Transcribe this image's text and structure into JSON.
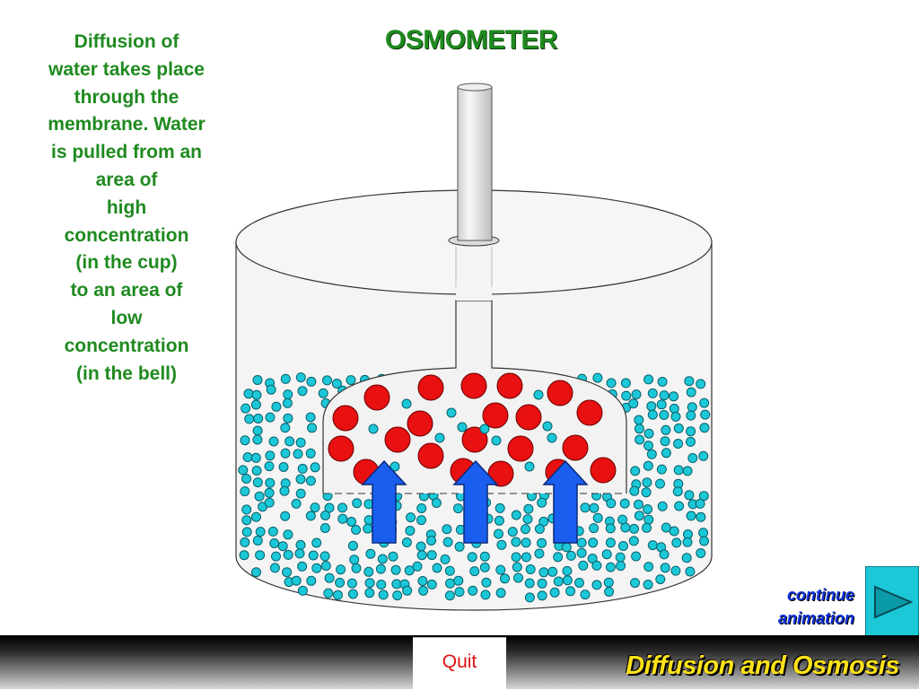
{
  "title": "OSMOMETER",
  "description_lines": [
    "Diffusion of",
    "water takes place",
    "through the",
    "membrane. Water",
    "is pulled from an",
    "area of",
    "high",
    "concentration",
    "(in the cup)",
    "to an area of",
    "low",
    "concentration",
    "(in the bell)"
  ],
  "continue": {
    "line1": "continue",
    "line2": "animation",
    "icon": "play-triangle-icon"
  },
  "quit_label": "Quit",
  "footer_title": "Diffusion and Osmosis",
  "colors": {
    "title_green": "#1f8a1f",
    "water_molecule": "#1cc8d8",
    "solute_molecule": "#e81010",
    "arrow_blue": "#1a5ef0",
    "footer_yellow": "#ffe21a",
    "quit_red": "#dd1111"
  },
  "arrow_count": 3
}
